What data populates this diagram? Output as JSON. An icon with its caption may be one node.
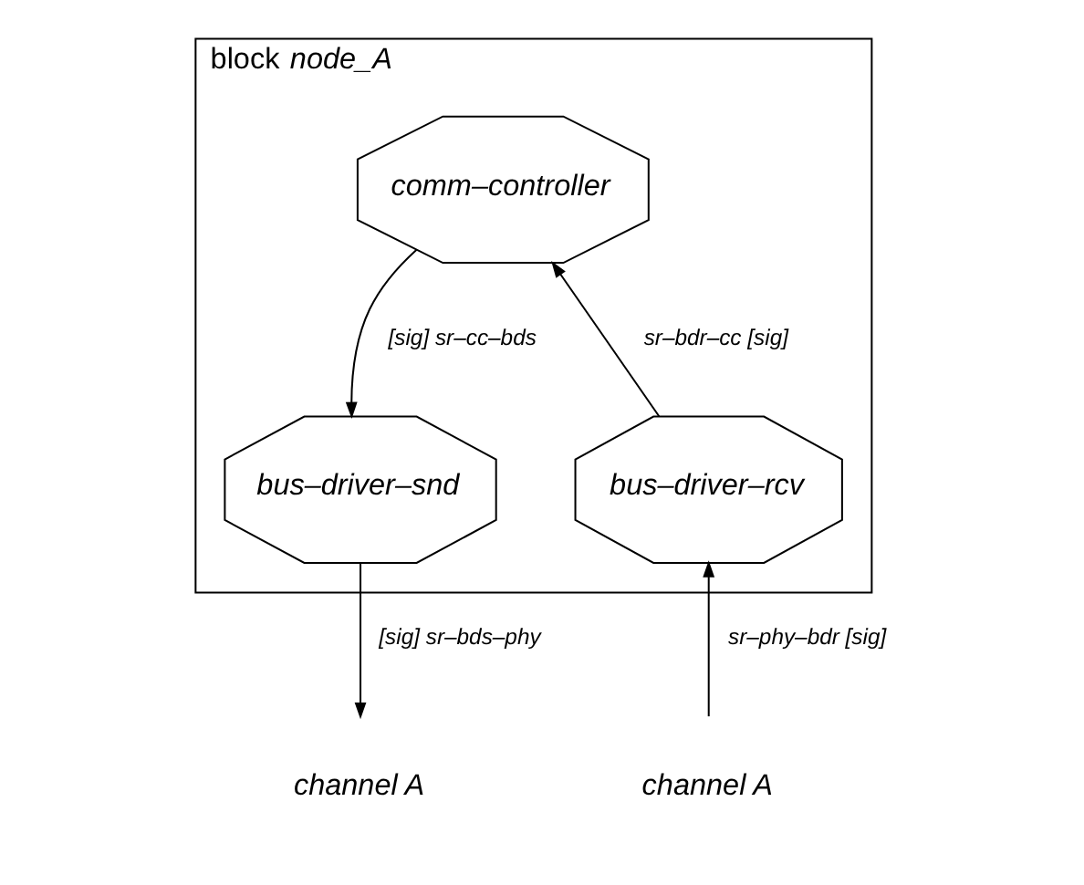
{
  "diagram": {
    "nodes": [
      {
        "text": [
          "block *node_A*"
        ]
      },
      {
        "text": [
          "comm–controller"
        ],
        "in": 0
      },
      {
        "text": [
          "bus–driver–snd"
        ],
        "in": 0
      },
      {
        "text": [
          "bus–driver–rcv"
        ],
        "in": 0
      },
      {
        "text": [
          "channel A"
        ]
      },
      {
        "text": [
          "channel A"
        ]
      }
    ],
    "edges": [
      {
        "from": 1,
        "to": 2,
        "arrow": "to",
        "label": "[sig] sr–cc–bds"
      },
      {
        "from": 3,
        "to": 1,
        "arrow": "to",
        "label": "sr–bdr–cc [sig]"
      },
      {
        "from": 2,
        "to": 4,
        "arrow": "to",
        "label": "[sig] sr–bds–phy"
      },
      {
        "from": 5,
        "to": 3,
        "arrow": "to",
        "label": "sr–phy–bdr [sig]"
      }
    ]
  }
}
